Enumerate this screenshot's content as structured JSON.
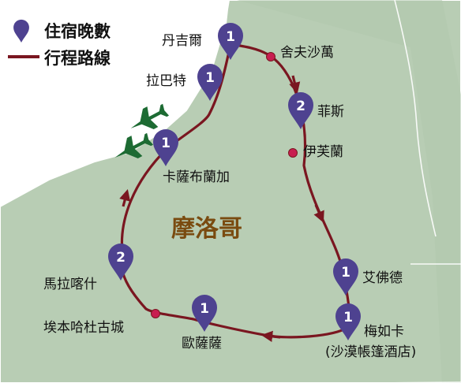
{
  "legend": {
    "pin_label": "住宿晚數",
    "route_label": "行程路線"
  },
  "country": "摩洛哥",
  "cities": {
    "tangier": "丹吉爾",
    "chefchaouen": "舍夫沙萬",
    "rabat": "拉巴特",
    "fes": "菲斯",
    "ifrane": "伊芙蘭",
    "casablanca": "卡薩布蘭加",
    "marrakech": "馬拉喀什",
    "ait_ben_haddou": "埃本哈杜古城",
    "ouarzazate": "歐薩薩",
    "erfoud": "艾佛德",
    "merzouga": "梅如卡",
    "merzouga_note": "(沙漠帳篷酒店)"
  },
  "nights": {
    "tangier": "1",
    "rabat": "1",
    "fes": "2",
    "casablanca": "1",
    "marrakech": "2",
    "ouarzazate": "1",
    "erfoud": "1",
    "merzouga": "1"
  },
  "colors": {
    "sea": "#ffffff",
    "land": "#b8cdb4",
    "land_dark": "#a4bfa0",
    "route": "#7a1620",
    "stop_dot": "#c81e50",
    "pin": "#4e4290",
    "plane": "#1d6b33",
    "country_label": "#7a4b10"
  },
  "icons": {
    "pin": "map-pin-icon",
    "stop": "stop-dot-icon",
    "airport": "airplane-icon"
  }
}
